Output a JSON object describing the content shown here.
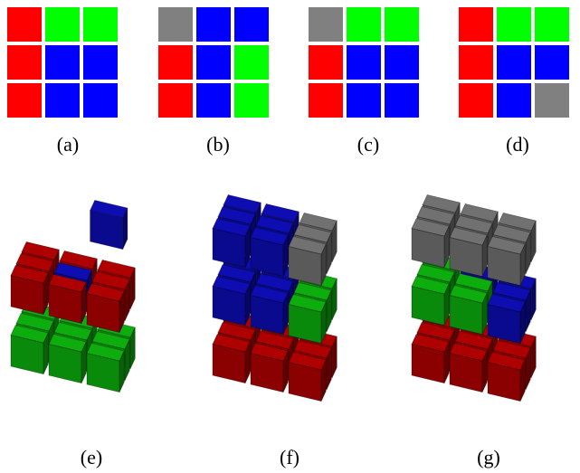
{
  "colors": {
    "red": "#ff0000",
    "green": "#00ff00",
    "blue": "#0000ff",
    "gray": "#808080",
    "red_dark": "#8b0000",
    "green_dark": "#0a8a0a",
    "blue_dark": "#0a0a8e",
    "gray_dark": "#5a5a5a"
  },
  "grids": [
    {
      "caption": "(a)",
      "cells": [
        [
          "red",
          "green",
          "green"
        ],
        [
          "red",
          "blue",
          "blue"
        ],
        [
          "red",
          "blue",
          "blue"
        ]
      ]
    },
    {
      "caption": "(b)",
      "cells": [
        [
          "gray",
          "blue",
          "blue"
        ],
        [
          "red",
          "blue",
          "green"
        ],
        [
          "red",
          "blue",
          "green"
        ]
      ]
    },
    {
      "caption": "(c)",
      "cells": [
        [
          "gray",
          "green",
          "green"
        ],
        [
          "red",
          "blue",
          "blue"
        ],
        [
          "red",
          "blue",
          "blue"
        ]
      ]
    },
    {
      "caption": "(d)",
      "cells": [
        [
          "red",
          "green",
          "green"
        ],
        [
          "red",
          "blue",
          "blue"
        ],
        [
          "red",
          "blue",
          "gray"
        ]
      ]
    }
  ],
  "cube_panels": [
    {
      "caption": "(e)",
      "layers": [
        "green",
        "red-ring-blue-center",
        "blue-single-top"
      ]
    },
    {
      "caption": "(f)",
      "layers": [
        "red",
        "blue-with-green-column",
        "blue-with-gray-column"
      ]
    },
    {
      "caption": "(g)",
      "layers": [
        "red",
        "green-blue-mixed",
        "gray"
      ]
    }
  ]
}
